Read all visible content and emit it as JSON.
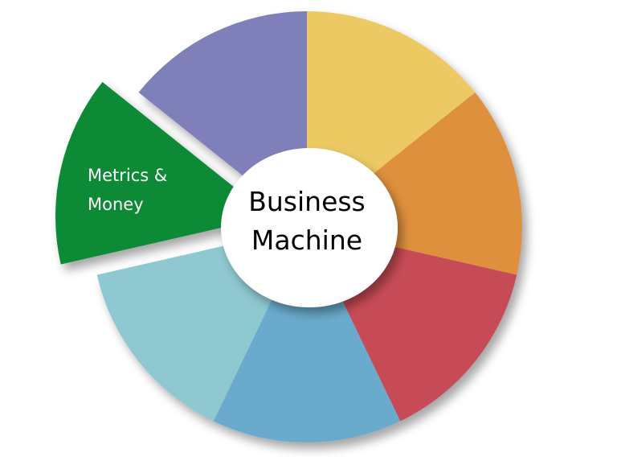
{
  "diagram": {
    "center": {
      "line1": "Business",
      "line2": "Machine"
    },
    "segments": [
      {
        "id": "yellow",
        "color": "#EDC963",
        "label": ""
      },
      {
        "id": "orange",
        "color": "#DE903C",
        "label": ""
      },
      {
        "id": "red",
        "color": "#C74B57",
        "label": ""
      },
      {
        "id": "blue",
        "color": "#6AABCD",
        "label": ""
      },
      {
        "id": "light-blue",
        "color": "#8FC8D1",
        "label": ""
      },
      {
        "id": "green",
        "color": "#118A35",
        "label_line1": "Metrics &",
        "label_line2": "Money",
        "exploded": true
      },
      {
        "id": "purple",
        "color": "#7F80BA",
        "label": ""
      }
    ]
  }
}
